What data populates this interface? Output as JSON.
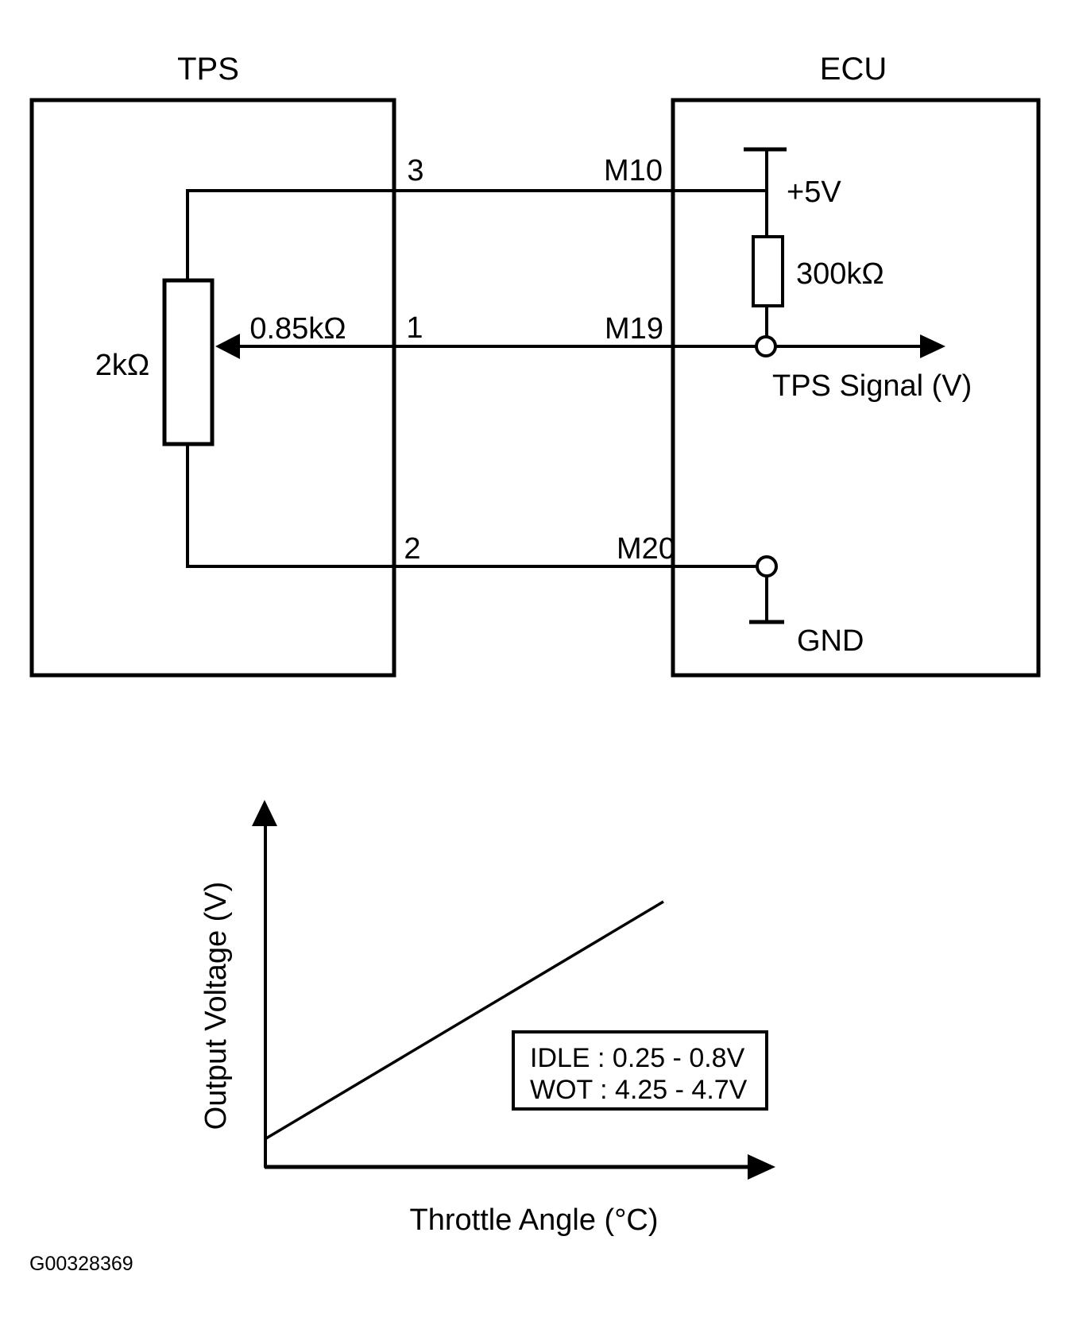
{
  "figure": {
    "code": "G00328369"
  },
  "circuit": {
    "tps": {
      "title": "TPS",
      "pot_value": "2kΩ",
      "wiper_value": "0.85kΩ",
      "pin3": "3",
      "pin1": "1",
      "pin2": "2"
    },
    "ecu": {
      "title": "ECU",
      "terminal_m10": "M10",
      "terminal_m19": "M19",
      "terminal_m20": "M20",
      "supply": "+5V",
      "pullup_value": "300kΩ",
      "signal_label": "TPS Signal (V)",
      "ground_label": "GND"
    }
  },
  "graph": {
    "ylabel": "Output Voltage (V)",
    "xlabel": "Throttle Angle (°C)",
    "spec_idle": "IDLE : 0.25 - 0.8V",
    "spec_wot": "WOT : 4.25 - 4.7V"
  },
  "chart_data": {
    "type": "line",
    "title": "",
    "xlabel": "Throttle Angle (°C)",
    "ylabel": "Output Voltage (V)",
    "axis_ticks": "none (unscaled axes with arrowheads)",
    "grid": false,
    "series": [
      {
        "name": "TPS output voltage",
        "shape": "straight line, linear increasing, starts slightly above origin on the y-axis",
        "idle_voltage_range_V": [
          0.25,
          0.8
        ],
        "wot_voltage_range_V": [
          4.25,
          4.7
        ]
      }
    ],
    "annotations": [
      "IDLE : 0.25 - 0.8V",
      "WOT : 4.25 - 4.7V"
    ],
    "legend_position": "boxed annotation at lower right of plot area"
  }
}
